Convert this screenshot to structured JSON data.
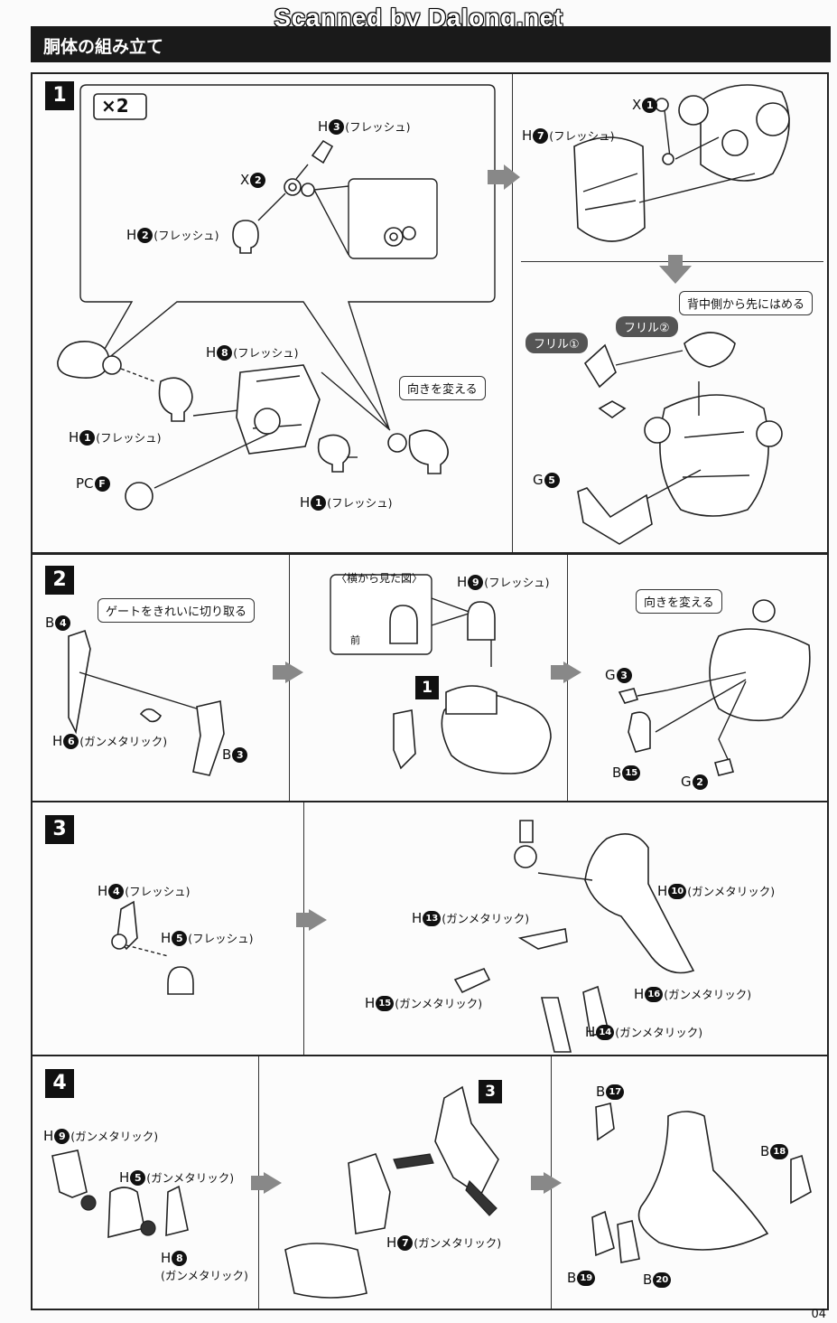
{
  "watermark": "Scanned by Dalong.net",
  "page_title": "胴体の組み立て",
  "page_number": "04",
  "steps": {
    "s1": {
      "number": "1",
      "multiplier": "×2",
      "labels": {
        "h3": {
          "letter": "H",
          "num": "3",
          "note": "(フレッシュ)"
        },
        "x2": {
          "letter": "X",
          "num": "2"
        },
        "h2": {
          "letter": "H",
          "num": "2",
          "note": "(フレッシュ)"
        },
        "h8": {
          "letter": "H",
          "num": "8",
          "note": "(フレッシュ)"
        },
        "h1a": {
          "letter": "H",
          "num": "1",
          "note": "(フレッシュ)"
        },
        "pcf": {
          "letter": "PC",
          "num": "F"
        },
        "h1b": {
          "letter": "H",
          "num": "1",
          "note": "(フレッシュ)"
        },
        "x1": {
          "letter": "X",
          "num": "1"
        },
        "h7": {
          "letter": "H",
          "num": "7",
          "note": "(フレッシュ)"
        },
        "g5": {
          "letter": "G",
          "num": "5"
        }
      },
      "callout_turn": "向きを変える",
      "callout_back": "背中側から先にはめる",
      "frill1": "フリル①",
      "frill2": "フリル②"
    },
    "s2": {
      "number": "2",
      "callout_gate": "ゲートをきれいに切り取る",
      "side_view": "〈横から見た図〉",
      "front": "前",
      "callout_turn": "向きを変える",
      "ref": "1",
      "labels": {
        "b4": {
          "letter": "B",
          "num": "4"
        },
        "h6": {
          "letter": "H",
          "num": "6",
          "note": "(ガンメタリック)"
        },
        "b3": {
          "letter": "B",
          "num": "3"
        },
        "h9": {
          "letter": "H",
          "num": "9",
          "note": "(フレッシュ)"
        },
        "g3": {
          "letter": "G",
          "num": "3"
        },
        "b15": {
          "letter": "B",
          "num": "15"
        },
        "g2": {
          "letter": "G",
          "num": "2"
        }
      }
    },
    "s3": {
      "number": "3",
      "labels": {
        "h4": {
          "letter": "H",
          "num": "4",
          "note": "(フレッシュ)"
        },
        "h5": {
          "letter": "H",
          "num": "5",
          "note": "(フレッシュ)"
        },
        "h10": {
          "letter": "H",
          "num": "10",
          "note": "(ガンメタリック)"
        },
        "h13": {
          "letter": "H",
          "num": "13",
          "note": "(ガンメタリック)"
        },
        "h15": {
          "letter": "H",
          "num": "15",
          "note": "(ガンメタリック)"
        },
        "h16": {
          "letter": "H",
          "num": "16",
          "note": "(ガンメタリック)"
        },
        "h14": {
          "letter": "H",
          "num": "14",
          "note": "(ガンメタリック)"
        }
      }
    },
    "s4": {
      "number": "4",
      "ref": "3",
      "labels": {
        "h9": {
          "letter": "H",
          "num": "9",
          "note": "(ガンメタリック)"
        },
        "h5": {
          "letter": "H",
          "num": "5",
          "note": "(ガンメタリック)"
        },
        "h8": {
          "letter": "H",
          "num": "8",
          "note": "(ガンメタリック)"
        },
        "h7": {
          "letter": "H",
          "num": "7",
          "note": "(ガンメタリック)"
        },
        "b17": {
          "letter": "B",
          "num": "17"
        },
        "b18": {
          "letter": "B",
          "num": "18"
        },
        "b19": {
          "letter": "B",
          "num": "19"
        },
        "b20": {
          "letter": "B",
          "num": "20"
        }
      }
    }
  },
  "order_marks": {
    "one": "1",
    "two": "2",
    "three": "3"
  }
}
